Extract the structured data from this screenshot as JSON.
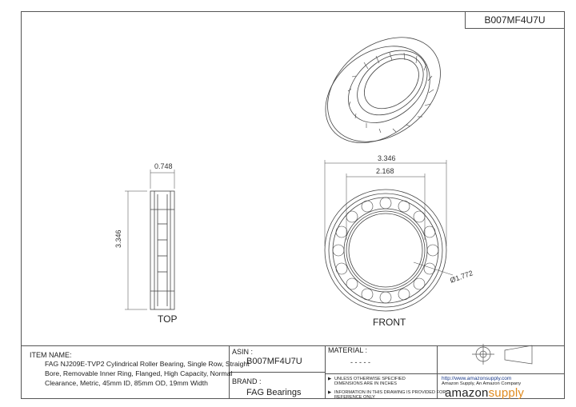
{
  "header": {
    "asin": "B007MF4U7U"
  },
  "views": {
    "top_label": "TOP",
    "front_label": "FRONT",
    "dim_width": "0.748",
    "dim_height": "3.346",
    "dim_outer": "3.346",
    "dim_inner": "2.168",
    "dim_bore": "Ø1.772"
  },
  "title_block": {
    "item_name_label": "ITEM NAME:",
    "item_name_lines": [
      "FAG NJ209E-TVP2 Cylindrical Roller Bearing, Single Row, Straight",
      "Bore, Removable Inner Ring, Flanged, High Capacity, Normal",
      "Clearance, Metric, 45mm ID, 85mm OD, 19mm Width"
    ],
    "asin_label": "ASIN :",
    "asin_value": "B007MF4U7U",
    "brand_label": "BRAND :",
    "brand_value": "FAG Bearings",
    "material_label": "MATERIAL :",
    "material_value": "- - - - -",
    "note1_lines": [
      "UNLESS OTHERWISE SPECIFIED",
      "DIMENSIONS ARE IN INCHES"
    ],
    "note2_lines": [
      "INFORMATION IN THIS DRAWING IS PROVIDED FOR",
      "REFERENCE ONLY"
    ],
    "url": "http://www.amazonsupply.com",
    "company": "Amazon Supply, An Amazon Company",
    "logo_left": "amazon",
    "logo_right": "supply",
    "colors": {
      "logo_accent": "#e08a1e",
      "line": "#555555"
    }
  }
}
